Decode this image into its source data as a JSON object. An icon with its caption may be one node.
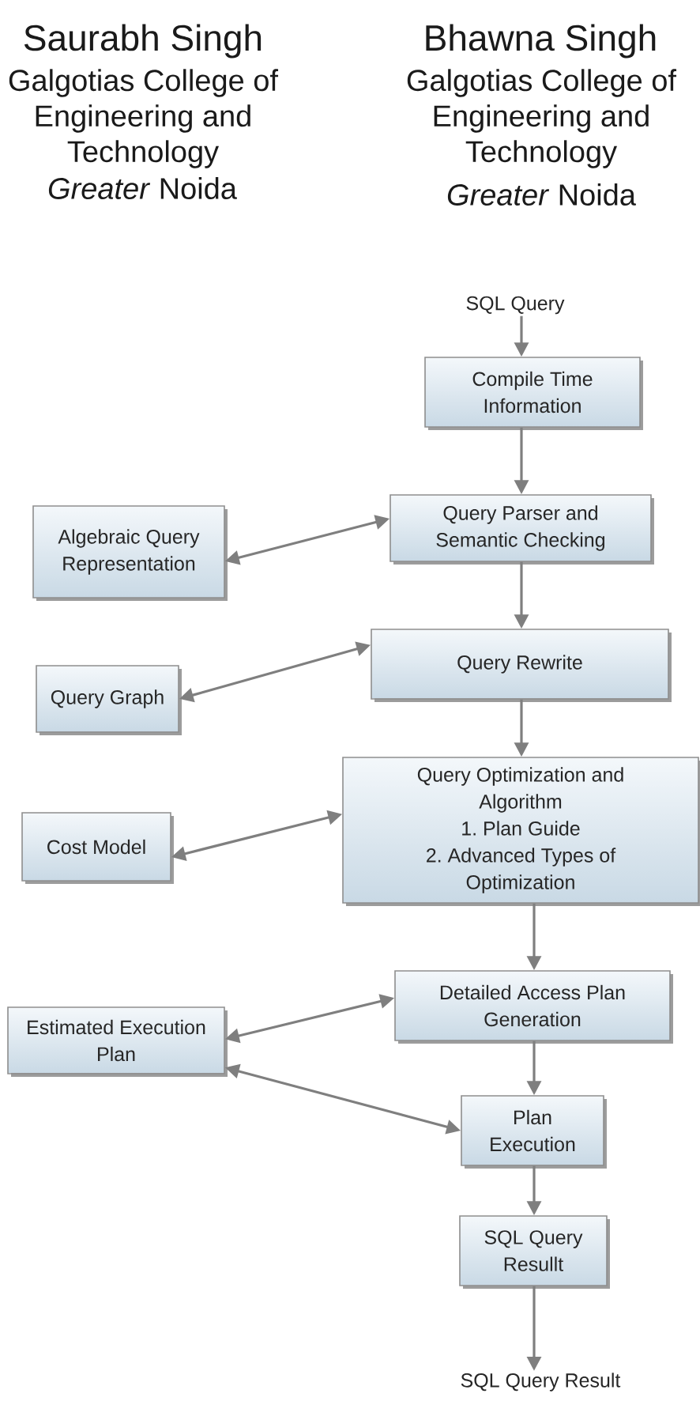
{
  "diagram": {
    "nodes": [
      {
        "text": [
          "SQL Query"
        ]
      },
      {
        "text": [
          "Compile Time Information"
        ]
      },
      {
        "text": [
          "Query Parser and Semantic Checking"
        ]
      },
      {
        "text": [
          "Algebraic Query Representation"
        ]
      },
      {
        "text": [
          "Query Rewrite"
        ]
      },
      {
        "text": [
          "Query Graph"
        ]
      },
      {
        "text": [
          "Query Optimization and Algorithm",
          "1. Plan Guide",
          "2. Advanced Types of Optimization"
        ]
      },
      {
        "text": [
          "Cost Model"
        ]
      },
      {
        "text": [
          "Detailed Access Plan Generation"
        ]
      },
      {
        "text": [
          "Estimated Execution Plan"
        ]
      },
      {
        "text": [
          "Plan Execution"
        ]
      },
      {
        "text": [
          "SQL Query Resullt"
        ]
      },
      {
        "text": [
          "SQL Query Result"
        ]
      }
    ],
    "edges": [
      {
        "from": 0,
        "to": 1,
        "arrow": "to"
      },
      {
        "from": 1,
        "to": 2,
        "arrow": "to"
      },
      {
        "from": 2,
        "to": 3,
        "arrow": "both"
      },
      {
        "from": 2,
        "to": 4,
        "arrow": "to"
      },
      {
        "from": 4,
        "to": 5,
        "arrow": "both"
      },
      {
        "from": 4,
        "to": 6,
        "arrow": "to"
      },
      {
        "from": 6,
        "to": 7,
        "arrow": "both"
      },
      {
        "from": 6,
        "to": 8,
        "arrow": "to"
      },
      {
        "from": 8,
        "to": 9,
        "arrow": "both"
      },
      {
        "from": 9,
        "to": 10,
        "arrow": "both"
      },
      {
        "from": 8,
        "to": 10,
        "arrow": "to"
      },
      {
        "from": 10,
        "to": 11,
        "arrow": "to"
      },
      {
        "from": 11,
        "to": 12,
        "arrow": "to"
      }
    ],
    "labels": [
      "Saurabh Singh",
      "Galgotias College of Engineering and Technology",
      "*Greater* Noida",
      "Bhawna Singh",
      "Galgotias College of Engineering and Technology",
      "*Greater* Noida"
    ]
  }
}
